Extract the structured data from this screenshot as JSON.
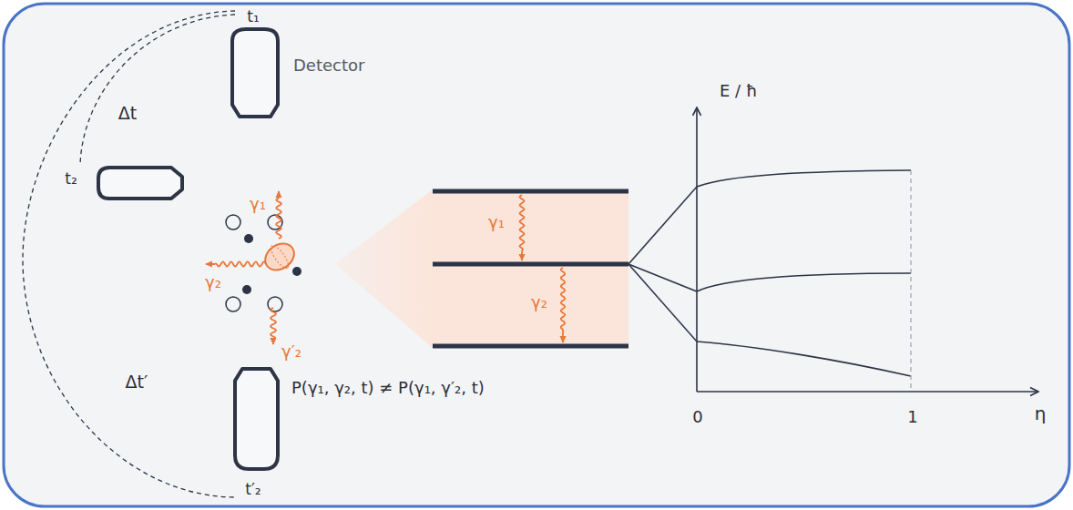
{
  "diagram": {
    "labels": [
      "t₁",
      "Detector",
      "Δt",
      "t₂",
      "γ₁",
      "γ₂",
      "γ′₂",
      "Δt′",
      "P(γ₁, γ₂, t) ≠ P(γ₁, γ′₂, t)",
      "t′₂",
      "γ₁",
      "γ₂",
      "E / ħ",
      "0",
      "1",
      "η"
    ]
  }
}
